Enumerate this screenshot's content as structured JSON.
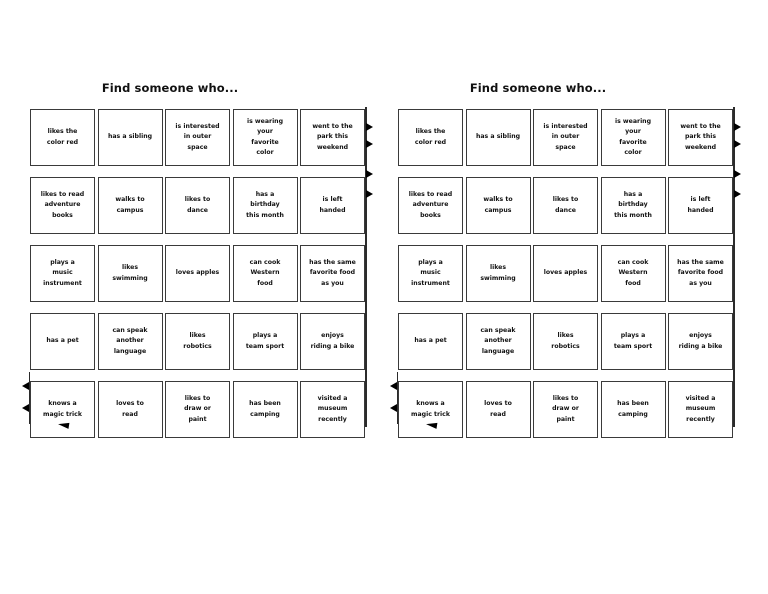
{
  "document": {
    "type": "worksheet",
    "layout": "two identical copies side by side",
    "page_background": "#ffffff",
    "text_color": "#111111",
    "cell_border_color": "#3a3a3a",
    "marker_color": "#000000"
  },
  "worksheet": {
    "title": "Find someone who...",
    "grid": {
      "rows": 5,
      "columns": 5,
      "cells": [
        "likes the color red",
        "has a sibling",
        "is interested in outer space",
        "is wearing your favorite color",
        "went to the park this weekend",
        "likes to read adventure books",
        "walks to campus",
        "likes to dance",
        "has a birthday this month",
        "is left handed",
        "plays a music instrument",
        "likes swimming",
        "loves apples",
        "can cook Western food",
        "has the same favorite food as you",
        "has a pet",
        "can speak another language",
        "likes robotics",
        "plays a team sport",
        "enjoys riding a bike",
        "knows a magic trick",
        "loves to read",
        "likes to draw or paint",
        "has been camping",
        "visited a museum recently"
      ],
      "cell_lines": [
        [
          "likes the",
          "color red"
        ],
        [
          "has a sibling"
        ],
        [
          "is interested",
          "in outer",
          "space"
        ],
        [
          "is wearing",
          "your",
          "favorite",
          "color"
        ],
        [
          "went to the",
          "park this",
          "weekend"
        ],
        [
          "likes to read",
          "adventure",
          "books"
        ],
        [
          "walks to",
          "campus"
        ],
        [
          "likes to",
          "dance"
        ],
        [
          "has a",
          "birthday",
          "this month"
        ],
        [
          "is left",
          "handed"
        ],
        [
          "plays a",
          "music",
          "instrument"
        ],
        [
          "likes",
          "swimming"
        ],
        [
          "loves apples"
        ],
        [
          "can cook",
          "Western",
          "food"
        ],
        [
          "has the same",
          "favorite food",
          "as you"
        ],
        [
          "has a pet"
        ],
        [
          "can speak",
          "another",
          "language"
        ],
        [
          "likes",
          "robotics"
        ],
        [
          "plays a",
          "team sport"
        ],
        [
          "enjoys",
          "riding a bike"
        ],
        [
          "knows a",
          "magic trick"
        ],
        [
          "loves to",
          "read"
        ],
        [
          "likes to",
          "draw or",
          "paint"
        ],
        [
          "has been",
          "camping"
        ],
        [
          "visited a",
          "museum",
          "recently"
        ]
      ]
    },
    "markers": {
      "description": "small solid black pennant marks along the grid edges",
      "right_edge_count": 4,
      "left_edge_count": 2,
      "bottom_edge_count": 1
    }
  },
  "copies": [
    {
      "id": "left-copy"
    },
    {
      "id": "right-copy"
    }
  ]
}
